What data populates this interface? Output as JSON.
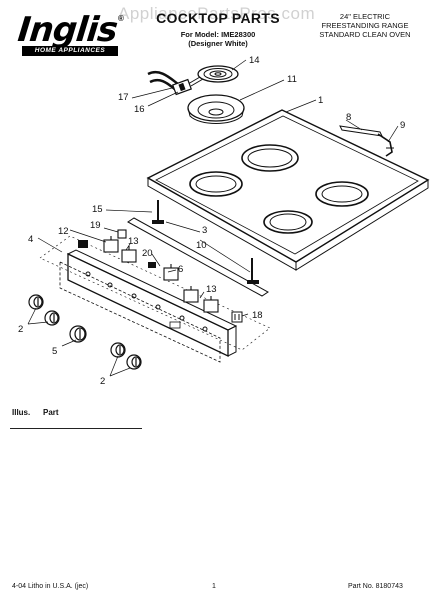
{
  "header": {
    "brand": "Inglis",
    "brand_registered": "®",
    "brand_tagline": "HOME APPLIANCES",
    "watermark": "AppliancePartsPros.com",
    "title": "COCKTOP PARTS",
    "model_line": "For Model: IME28300",
    "model_variant": "(Designer White)",
    "range_desc_1": "24\" ELECTRIC",
    "range_desc_2": "FREESTANDING RANGE",
    "range_desc_3": "STANDARD CLEAN OVEN"
  },
  "diagram": {
    "callouts": [
      "14",
      "11",
      "17",
      "16",
      "1",
      "8",
      "9",
      "15",
      "3",
      "19",
      "12",
      "10",
      "4",
      "13",
      "20",
      "6",
      "13",
      "18",
      "2",
      "5",
      "2"
    ]
  },
  "parts_table": {
    "col_illus": "Illus.",
    "col_part": "Part"
  },
  "footer": {
    "print_info": "4-04 Litho in U.S.A. (jec)",
    "page_number": "1",
    "part_number": "Part No. 8180743"
  }
}
